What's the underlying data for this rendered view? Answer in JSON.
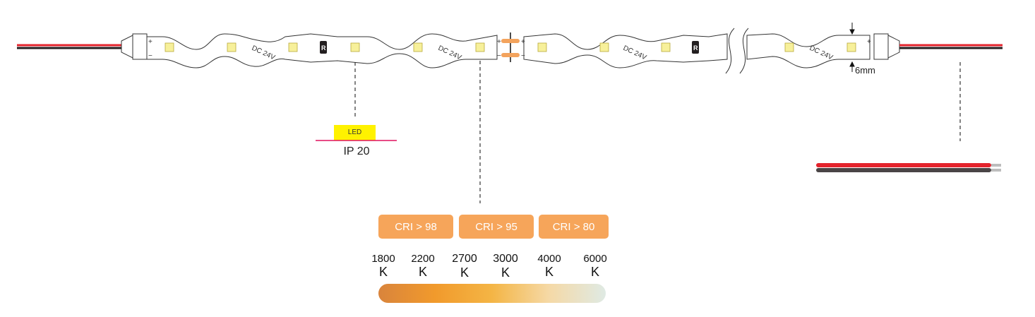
{
  "strip": {
    "voltage_label": "DC 24V",
    "resistor_label": "R",
    "plus_sign": "+",
    "minus_sign": "−",
    "width_label": "6mm"
  },
  "led_tag": {
    "chip_label": "LED",
    "rating": "IP 20"
  },
  "cri_options": [
    "CRI > 98",
    "CRI > 95",
    "CRI > 80"
  ],
  "color_temperatures": [
    {
      "value": "1800",
      "unit": "K"
    },
    {
      "value": "2200",
      "unit": "K"
    },
    {
      "value": "2700",
      "unit": "K"
    },
    {
      "value": "3000",
      "unit": "K"
    },
    {
      "value": "4000",
      "unit": "K"
    },
    {
      "value": "6000",
      "unit": "K"
    }
  ],
  "colors": {
    "wire_red": "#e3232c",
    "wire_black": "#231f20",
    "cri_badge": "#f6a55a",
    "solder_pad": "#f3a35d",
    "led_chip": "#f7f09a",
    "led_tag_fill": "#fff200",
    "led_tag_line": "#e0115f",
    "gradient_warm": "#d9843c",
    "gradient_cool": "#dfeae4"
  }
}
